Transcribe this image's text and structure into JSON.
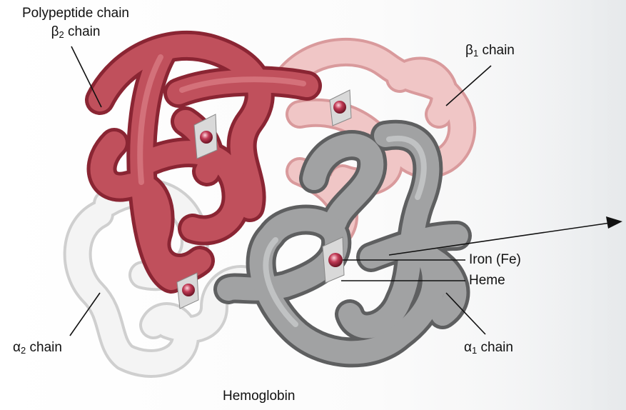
{
  "diagram": {
    "title": "Hemoglobin",
    "labels": {
      "polypeptide": "Polypeptide chain",
      "beta2": {
        "symbol": "β",
        "sub": "2",
        "text": " chain"
      },
      "beta1": {
        "symbol": "β",
        "sub": "1",
        "text": " chain"
      },
      "alpha2": {
        "symbol": "α",
        "sub": "2",
        "text": " chain"
      },
      "alpha1": {
        "symbol": "α",
        "sub": "1",
        "text": " chain"
      },
      "iron": "Iron (Fe)",
      "heme": "Heme"
    },
    "colors": {
      "beta2": "#b3404e",
      "beta1": "#eab4b4",
      "alpha2": "#efefef",
      "alpha1": "#8e8f90",
      "heme": "#b0304a",
      "lines": "#111111"
    }
  }
}
